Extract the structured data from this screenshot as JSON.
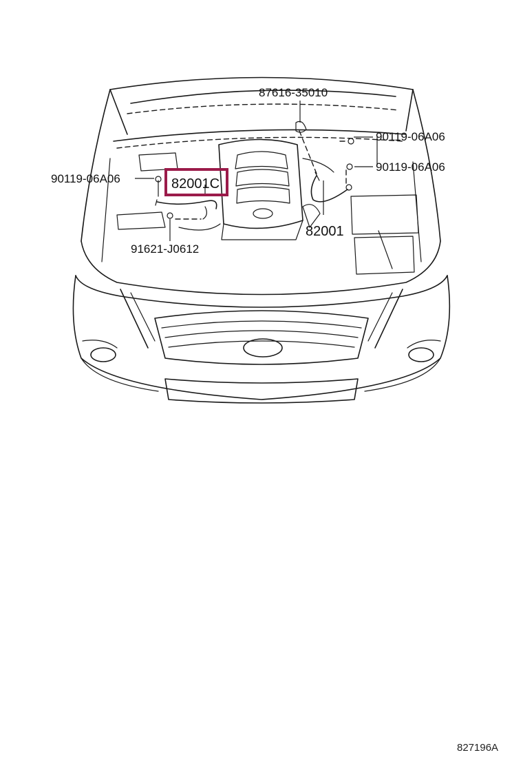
{
  "diagram": {
    "parts": [
      {
        "part_no": "87616-35010"
      },
      {
        "part_no": "90119-06A06"
      },
      {
        "part_no": "90119-06A06"
      },
      {
        "part_no": "90119-06A06"
      },
      {
        "part_no": "82001C",
        "highlighted": true
      },
      {
        "part_no": "82001"
      },
      {
        "part_no": "91621-J0612"
      }
    ],
    "highlight_color": "#9b1b4a",
    "figure_code": "827196A"
  }
}
